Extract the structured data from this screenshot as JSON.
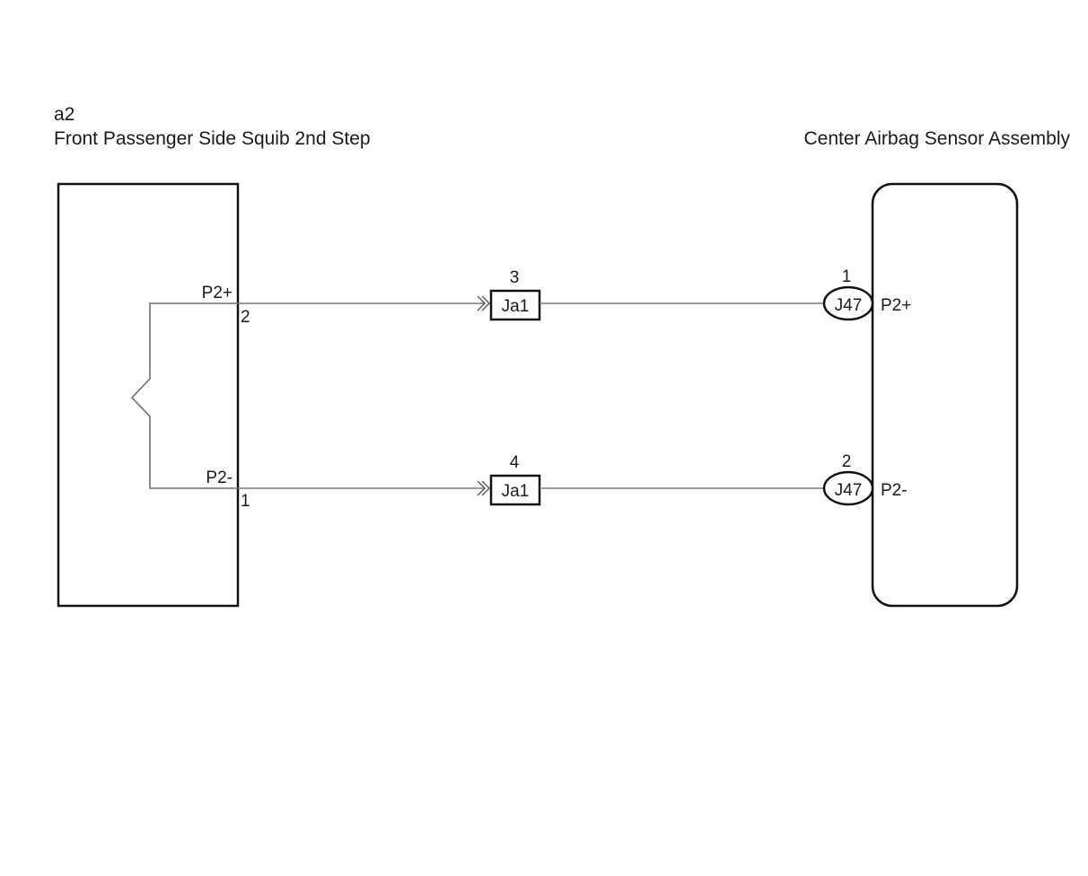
{
  "diagram": {
    "left_component": {
      "code": "a2",
      "name": "Front Passenger Side Squib 2nd Step",
      "element": "squib"
    },
    "right_component": {
      "name": "Center Airbag Sensor Assembly"
    },
    "circuits": [
      {
        "left_terminal_label": "P2+",
        "left_pin": "2",
        "junction_connector": "Ja1",
        "junction_pin": "3",
        "right_connector": "J47",
        "right_pin": "1",
        "right_terminal_label": "P2+"
      },
      {
        "left_terminal_label": "P2-",
        "left_pin": "1",
        "junction_connector": "Ja1",
        "junction_pin": "4",
        "right_connector": "J47",
        "right_pin": "2",
        "right_terminal_label": "P2-"
      }
    ],
    "colors": {
      "wire": "#7a7a7a",
      "outline": "#111111",
      "background": "#ffffff"
    }
  }
}
